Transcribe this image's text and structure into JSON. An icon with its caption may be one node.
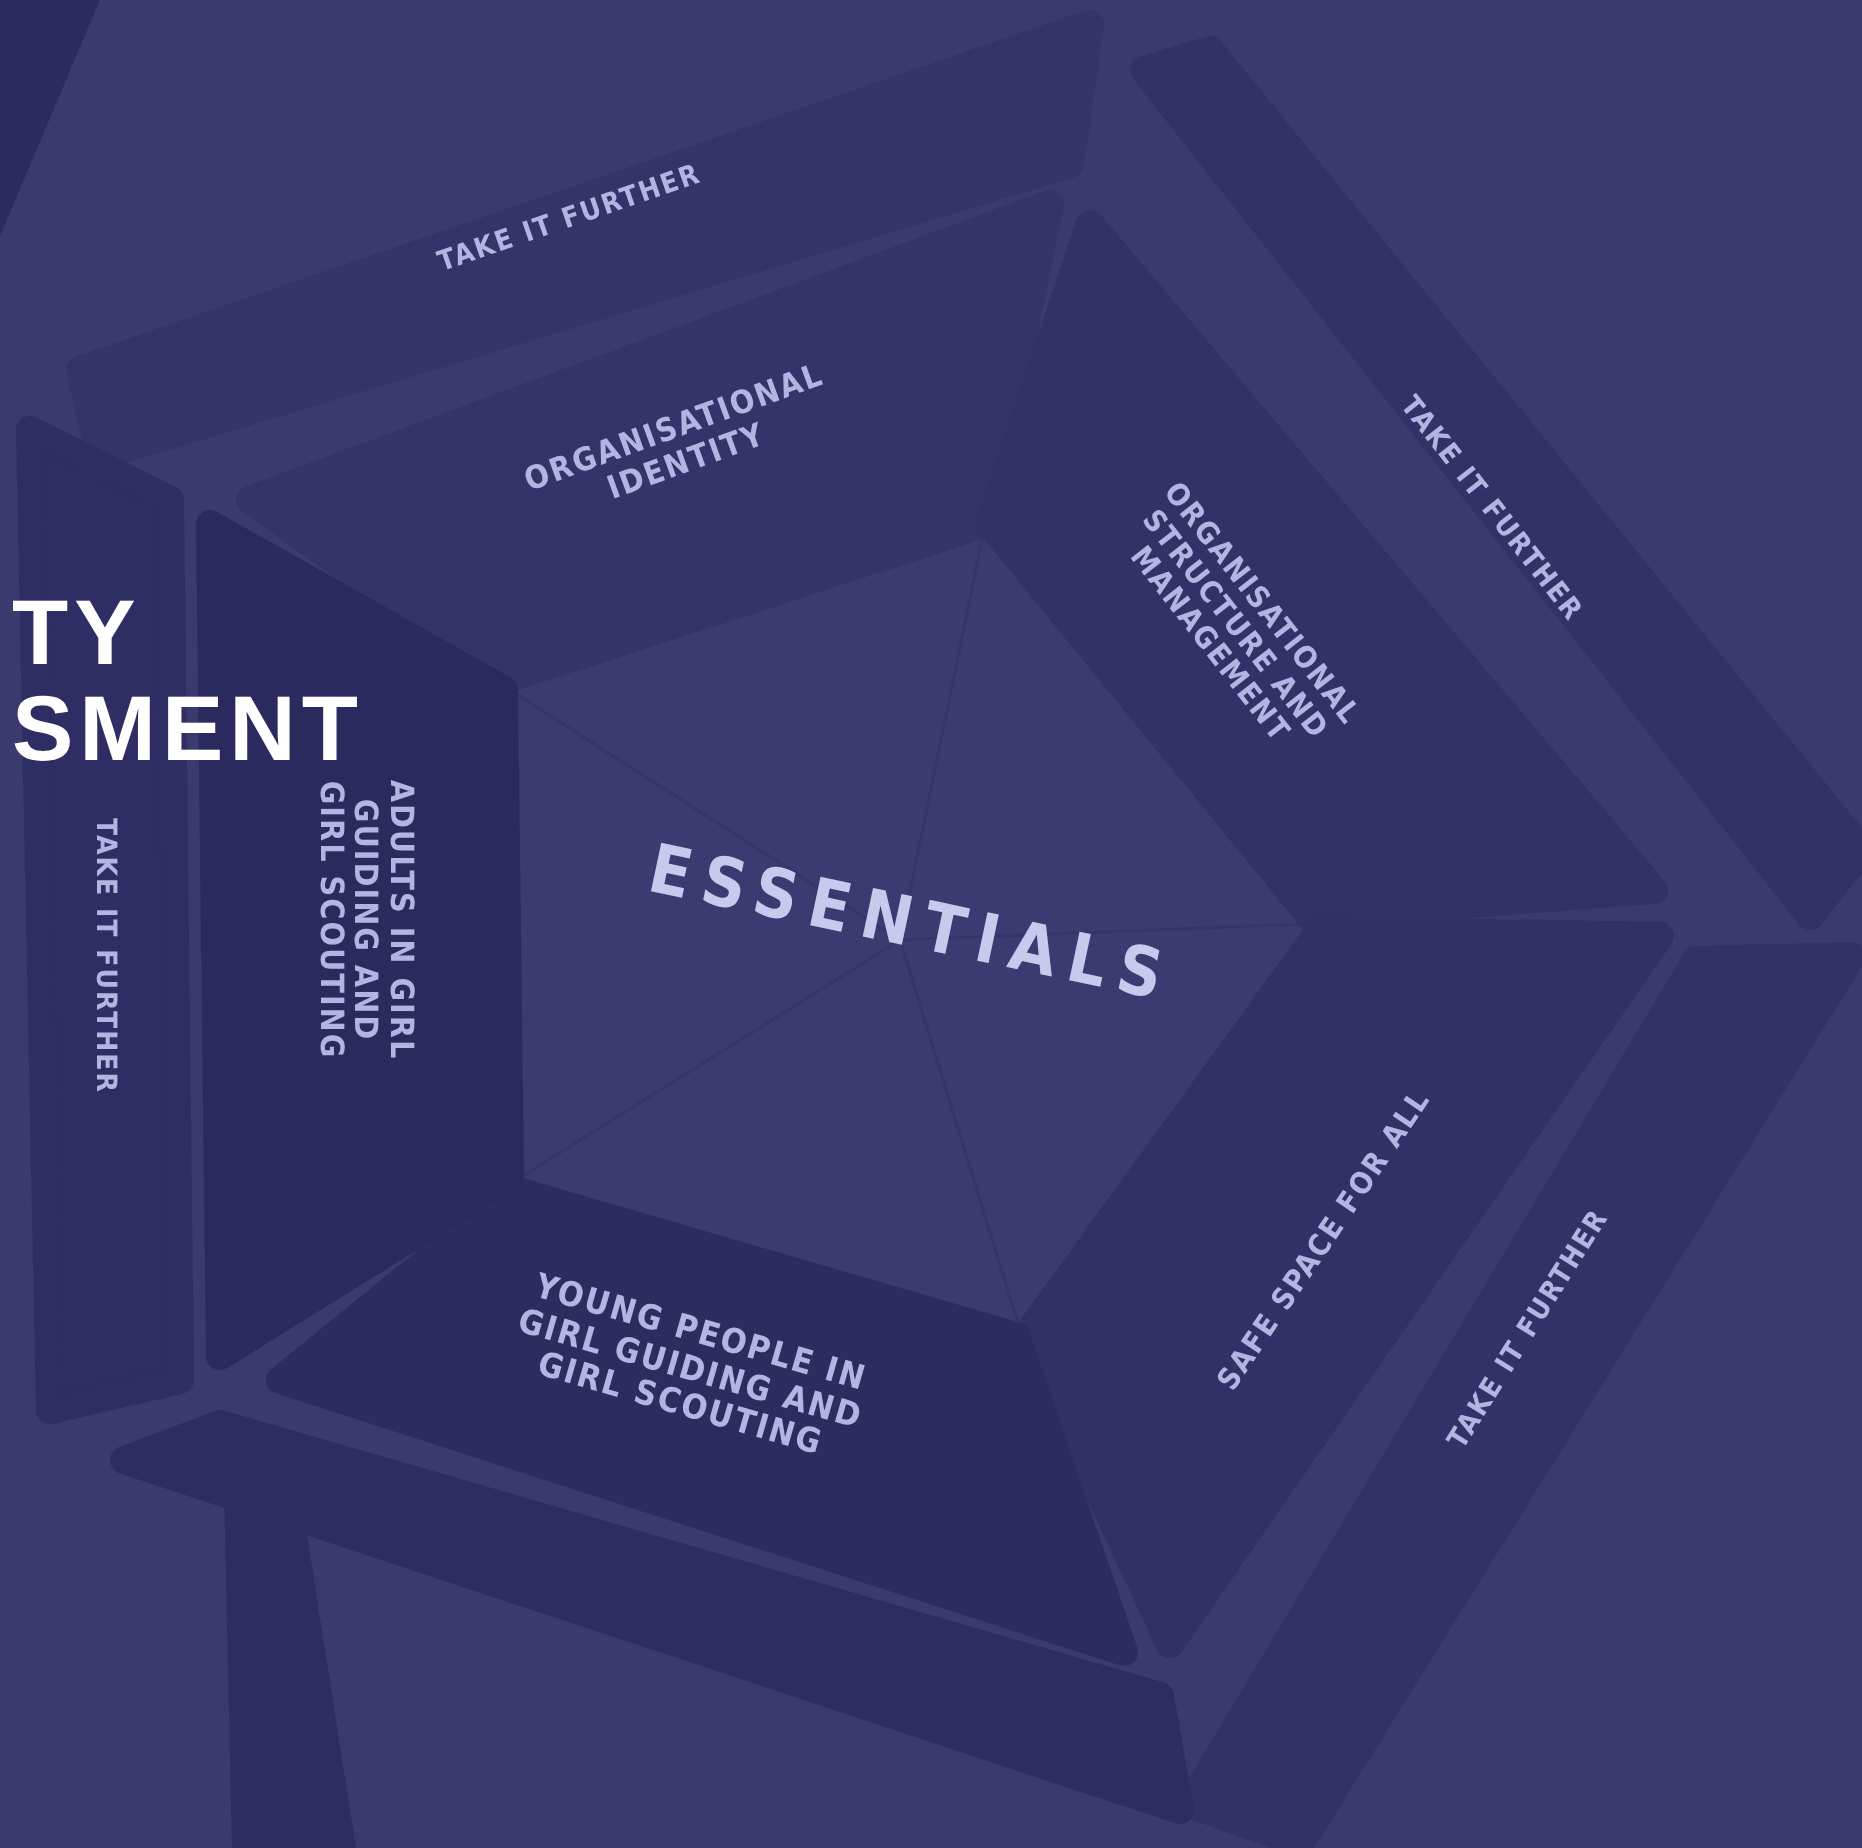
{
  "diagram": {
    "title": "TY SMENT",
    "nodes": [
      {
        "text": [
          "ESSENTIALS"
        ]
      },
      {
        "text": [
          "ORGANISATIONAL IDENTITY"
        ]
      },
      {
        "text": [
          "ORGANISATIONAL STRUCTURE AND MANAGEMENT"
        ]
      },
      {
        "text": [
          "SAFE SPACE FOR ALL"
        ]
      },
      {
        "text": [
          "YOUNG PEOPLE IN GIRL GUIDING AND GIRL SCOUTING"
        ]
      },
      {
        "text": [
          "ADULTS IN GIRL GUIDING AND GIRL SCOUTING"
        ]
      },
      {
        "text": [
          "TAKE IT FURTHER"
        ]
      },
      {
        "text": [
          "TAKE IT FURTHER"
        ]
      },
      {
        "text": [
          "TAKE IT FURTHER"
        ]
      },
      {
        "text": [],
        "shape": "bar"
      },
      {
        "text": [
          "TAKE IT FURTHER"
        ]
      }
    ],
    "edges": []
  }
}
